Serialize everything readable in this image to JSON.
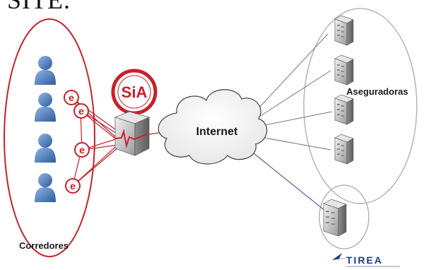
{
  "top_text": "SITE.",
  "labels": {
    "brokers": "Corredores",
    "internet": "Internet",
    "insurers": "Aseguradoras",
    "sia_logo": "SiA",
    "tirea_logo": "TIREA"
  },
  "colors": {
    "red": "#c8202a",
    "group_outline": "#b0b0b0",
    "person_blue": "#3d6fae",
    "link_gray": "#777777",
    "link_blue": "#3a3f9a"
  },
  "icons": [
    "person-icon",
    "e-connector-icon",
    "server-icon",
    "cloud-icon",
    "sia-logo-icon",
    "tirea-logo-icon"
  ]
}
